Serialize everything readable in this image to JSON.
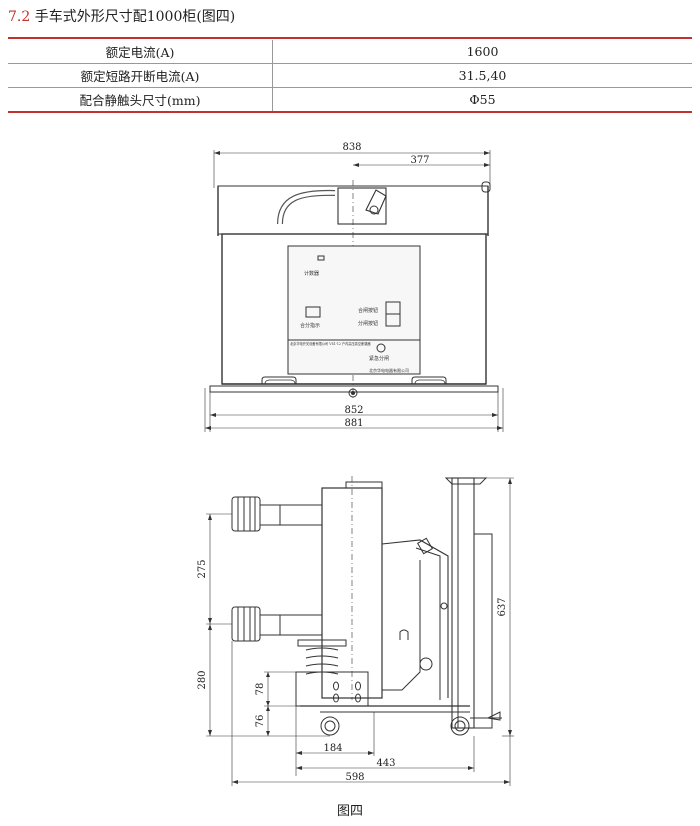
{
  "heading": {
    "number": "7.2",
    "title": "手车式外形尺寸配1000柜(图四)"
  },
  "spec_table": {
    "rows": [
      {
        "param": "额定电流(A)",
        "value": "1600"
      },
      {
        "param": "额定短路开断电流(A)",
        "value": "31.5,40"
      },
      {
        "param": "配合静触头尺寸(mm)",
        "value": "Φ55"
      }
    ]
  },
  "front_view": {
    "dims": {
      "overall_width": "838",
      "right_offset": "377",
      "base_width": "852",
      "total_width": "881"
    },
    "panel_labels": {
      "counter": "计数器",
      "close_open_indicator": "合分指示",
      "close_button": "合闸按钮",
      "open_button": "分闸按钮",
      "nameplate": "北京华电开关设备有限公司 VS1-12 户内高压真空断路器",
      "emergency_open": "紧急分闸",
      "company": "北京华电电器有限公司"
    }
  },
  "side_view": {
    "dims": {
      "contact_spacing": "275",
      "lower_height": "280",
      "dim_78": "78",
      "dim_76": "76",
      "total_height": "637",
      "dim_184": "184",
      "dim_443": "443",
      "dim_598": "598"
    }
  },
  "caption": "图四"
}
